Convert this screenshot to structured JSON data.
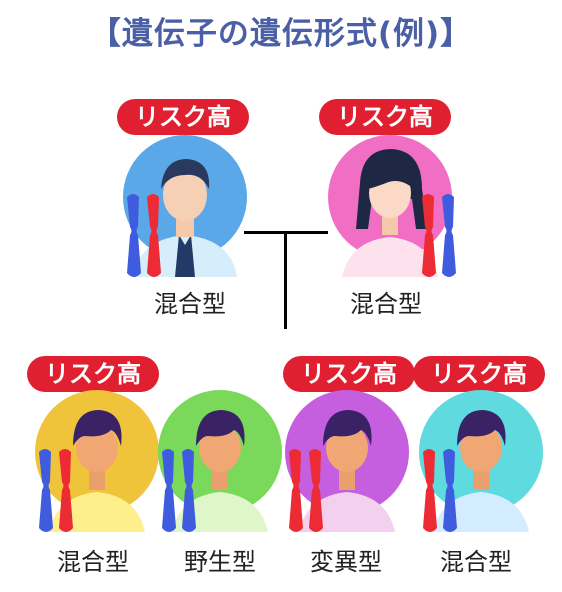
{
  "title": "【遺伝子の遺伝形式(例)】",
  "badge_text": "リスク高",
  "colors": {
    "title": "#4a5fa6",
    "badge": "#e02030",
    "chromo_red": "#ec2b35",
    "chromo_blue": "#3e5cdd",
    "father_bg": "#5aa8e8",
    "mother_bg": "#f06fc4",
    "child1_bg": "#f0c43a",
    "child2_bg": "#7ad85a",
    "child3_bg": "#c65ee0",
    "child4_bg": "#5fdbe0"
  },
  "parents": [
    {
      "role": "father",
      "label": "混合型",
      "risk": true,
      "chromosomes": [
        "blue",
        "red"
      ]
    },
    {
      "role": "mother",
      "label": "混合型",
      "risk": true,
      "chromosomes": [
        "red",
        "blue"
      ]
    }
  ],
  "children": [
    {
      "label": "混合型",
      "risk": true,
      "chromosomes": [
        "blue",
        "red"
      ]
    },
    {
      "label": "野生型",
      "risk": false,
      "chromosomes": [
        "blue",
        "blue"
      ]
    },
    {
      "label": "変異型",
      "risk": true,
      "chromosomes": [
        "red",
        "red"
      ]
    },
    {
      "label": "混合型",
      "risk": true,
      "chromosomes": [
        "red",
        "blue"
      ]
    }
  ]
}
